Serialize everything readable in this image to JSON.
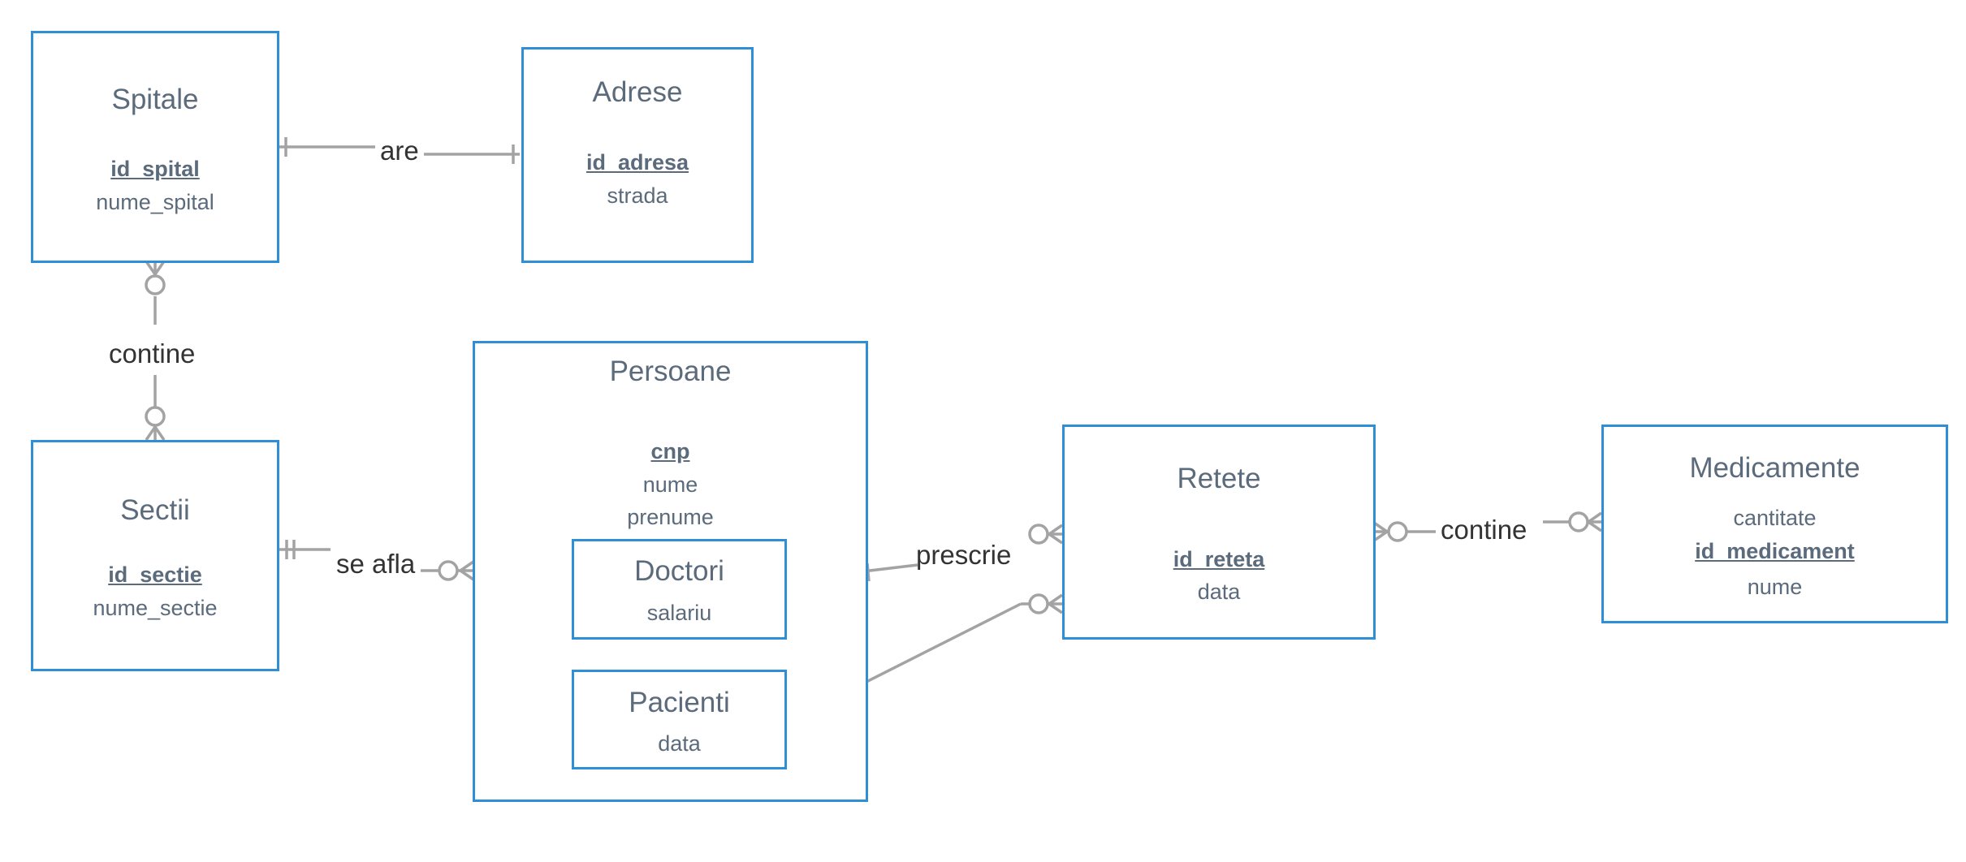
{
  "entities": {
    "spitale": {
      "title": "Spitale",
      "attrs": [
        "id_spital",
        "nume_spital"
      ]
    },
    "adrese": {
      "title": "Adrese",
      "attrs": [
        "id_adresa",
        "strada"
      ]
    },
    "sectii": {
      "title": "Sectii",
      "attrs": [
        "id_sectie",
        "nume_sectie"
      ]
    },
    "persoane": {
      "title": "Persoane",
      "attrs": [
        "cnp",
        "nume",
        "prenume"
      ]
    },
    "doctori": {
      "title": "Doctori",
      "attrs": [
        "salariu"
      ]
    },
    "pacienti": {
      "title": "Pacienti",
      "attrs": [
        "data"
      ]
    },
    "retete": {
      "title": "Retete",
      "attrs": [
        "id_reteta",
        "data"
      ]
    },
    "medicamente": {
      "title": "Medicamente",
      "attrs": [
        "cantitate",
        "id_medicament",
        "nume"
      ]
    }
  },
  "relationships": {
    "are": "are",
    "contine_spitale_sectii": "contine",
    "se_afla": "se afla",
    "prescrie": "prescrie",
    "contine_retete_medicamente": "contine"
  },
  "colors": {
    "entity_border": "#2e8ed6",
    "entity_text": "#5b6b7c",
    "connector": "#a3a3a3",
    "relationship_text": "#333333"
  }
}
